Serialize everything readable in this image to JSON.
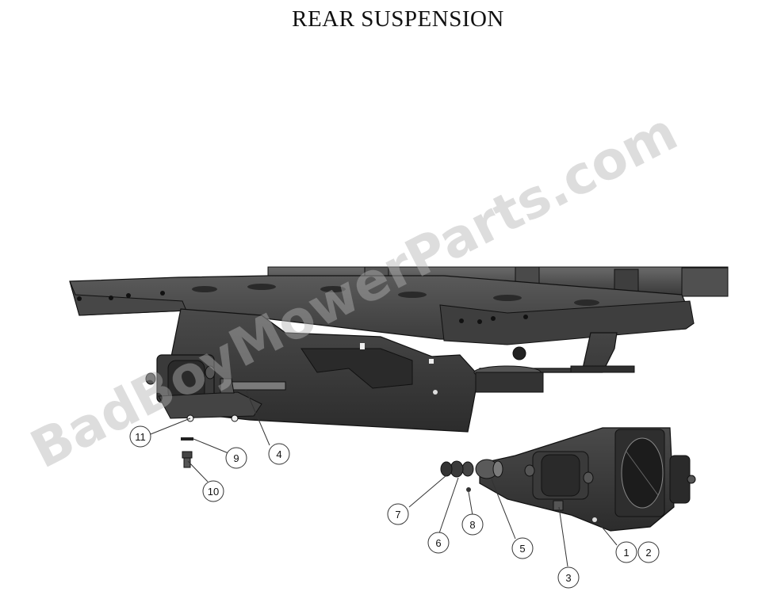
{
  "title": "REAR SUSPENSION",
  "watermark": "BadBoyMowerParts.com",
  "callouts": [
    {
      "id": "callout-1",
      "label": "1"
    },
    {
      "id": "callout-2",
      "label": "2"
    },
    {
      "id": "callout-3",
      "label": "3"
    },
    {
      "id": "callout-4",
      "label": "4"
    },
    {
      "id": "callout-5",
      "label": "5"
    },
    {
      "id": "callout-6",
      "label": "6"
    },
    {
      "id": "callout-7",
      "label": "7"
    },
    {
      "id": "callout-8",
      "label": "8"
    },
    {
      "id": "callout-9",
      "label": "9"
    },
    {
      "id": "callout-10",
      "label": "10"
    },
    {
      "id": "callout-11",
      "label": "11"
    }
  ],
  "colors": {
    "frame_dark": "#3a3a3a",
    "frame_mid": "#4d4d4d",
    "frame_light": "#6a6a6a",
    "outline": "#111111",
    "callout_stroke": "#333333"
  }
}
